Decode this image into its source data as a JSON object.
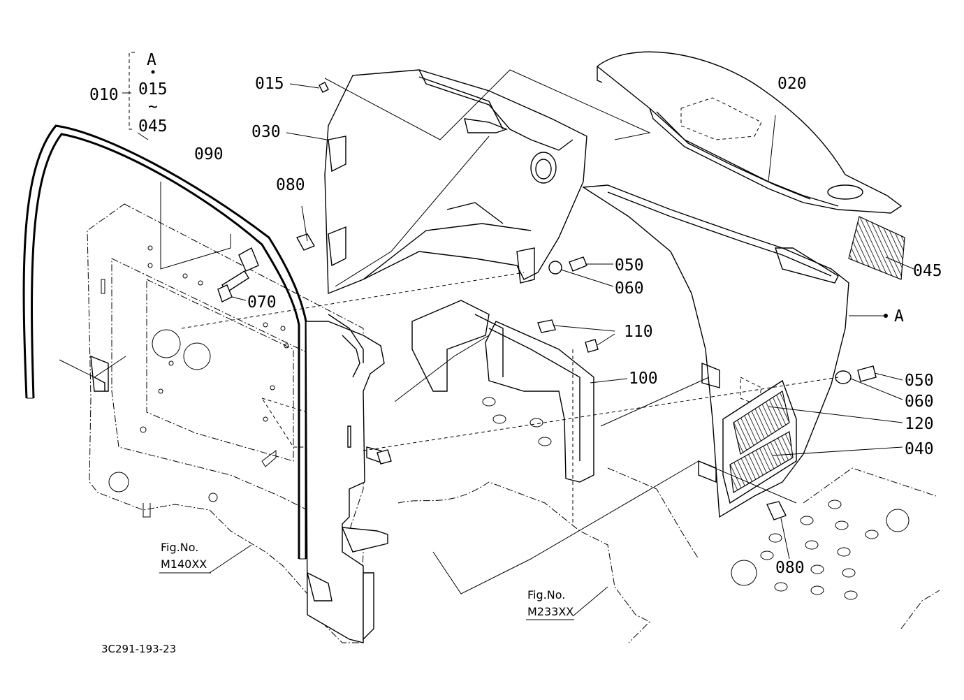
{
  "labels": {
    "l010": "010",
    "lA_top": "A",
    "l015_a": "015",
    "l045_a": "045",
    "l015": "015",
    "l030": "030",
    "l090": "090",
    "l080_a": "080",
    "l070": "070",
    "l050_a": "050",
    "l060_a": "060",
    "l110": "110",
    "l100": "100",
    "l020": "020",
    "l045": "045",
    "lA": "A",
    "l050_b": "050",
    "l060_b": "060",
    "l120": "120",
    "l040": "040",
    "l080_b": "080",
    "fig1_title": "Fig.No.",
    "fig1_code": "M140XX",
    "fig2_title": "Fig.No.",
    "fig2_code": "M233XX",
    "drawing_number": "3C291-193-23"
  },
  "range_symbol": "~"
}
